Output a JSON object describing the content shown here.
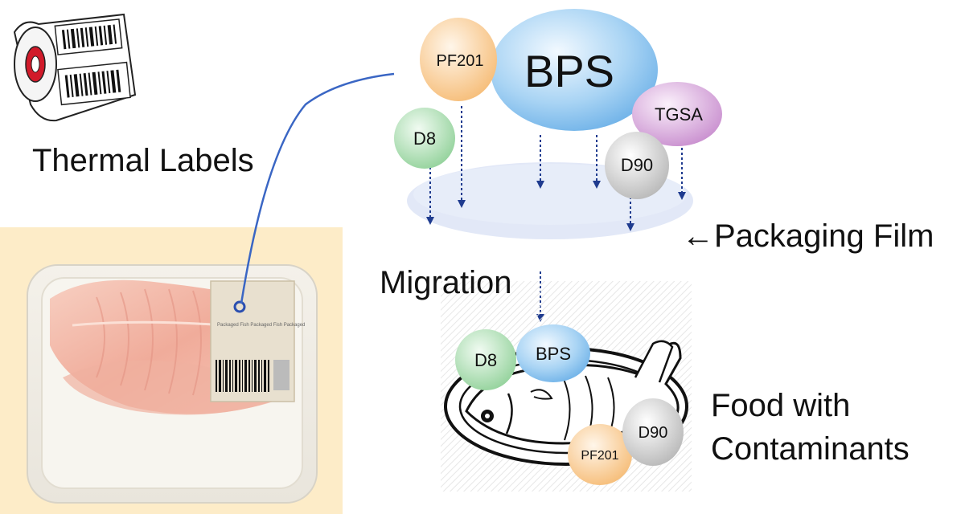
{
  "labels": {
    "thermal_labels": "Thermal Labels",
    "packaging_film": "←Packaging Film",
    "migration": "Migration",
    "food_line1": "Food with",
    "food_line2": "Contaminants"
  },
  "sticker": {
    "text": "Packaged Fish Packaged Fish Packaged"
  },
  "upper_bubbles": {
    "bps": "BPS",
    "pf201": "PF201",
    "d8": "D8",
    "tgsa": "TGSA",
    "d90": "D90"
  },
  "food_bubbles": {
    "d8": "D8",
    "bps": "BPS",
    "pf201": "PF201",
    "d90": "D90"
  },
  "colors": {
    "bps": "#8ec6ee",
    "pf201": "#f8c98c",
    "d8": "#a9dcae",
    "tgsa": "#d7a9da",
    "d90": "#cfcfcf",
    "arrow": "#1f3b8f",
    "connector": "#3a66c4",
    "film": "#dfe6f6",
    "tray_background": "#fdecc8"
  },
  "icons": [
    "label-roll-icon",
    "fish-tray-photo",
    "fish-plate-icon"
  ]
}
